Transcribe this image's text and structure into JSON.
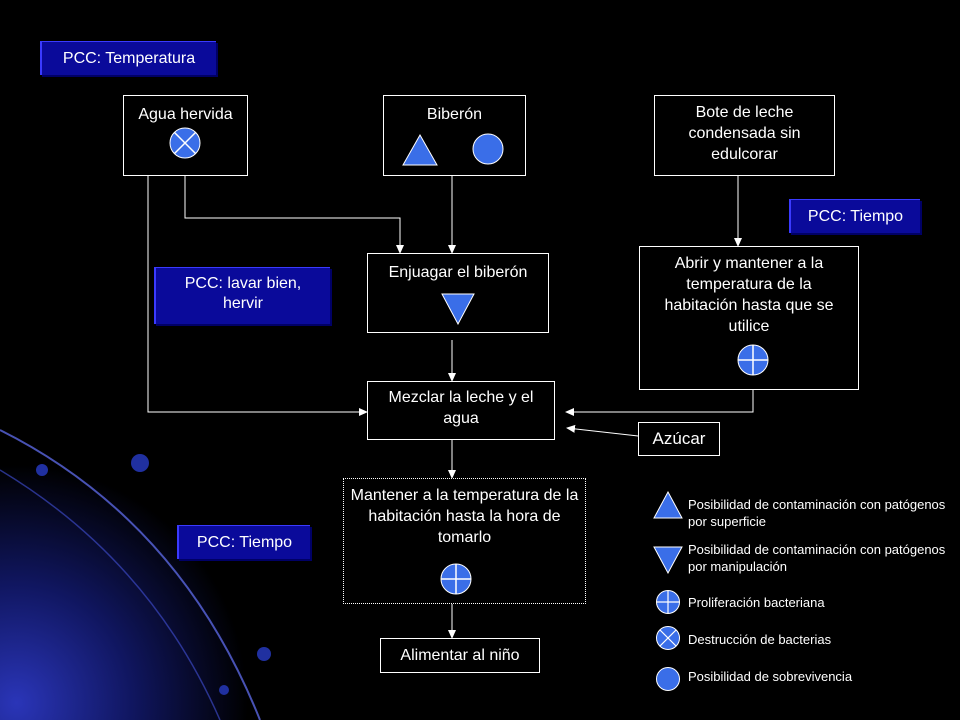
{
  "pcc_labels": {
    "temperatura": "PCC: Temperatura",
    "tiempo_top": "PCC: Tiempo",
    "lavar": "PCC: lavar bien, hervir",
    "tiempo_bottom": "PCC: Tiempo"
  },
  "steps": {
    "agua_hervida": "Agua hervida",
    "biberon": "Biberón",
    "bote_leche": "Bote de leche condensada sin edulcorar",
    "enjuagar": "Enjuagar el biberón",
    "abrir": "Abrir y mantener a la temperatura de la habitación hasta que se utilice",
    "mezclar": "Mezclar la leche y el agua",
    "azucar": "Azúcar",
    "mantener": "Mantener a la temperatura de la habitación hasta la hora de tomarlo",
    "alimentar": "Alimentar al niño"
  },
  "legend": [
    {
      "icon": "triangle-up-icon",
      "text": "Posibilidad de contaminación con patógenos por superficie"
    },
    {
      "icon": "triangle-down-icon",
      "text": "Posibilidad de contaminación con patógenos por manipulación"
    },
    {
      "icon": "circle-plus-icon",
      "text": "Proliferación bacteriana"
    },
    {
      "icon": "circle-x-icon",
      "text": "Destrucción de bacterias"
    },
    {
      "icon": "circle-icon",
      "text": "Posibilidad de sobrevivencia"
    }
  ],
  "colors": {
    "background": "#000000",
    "pcc_fill": "#0a0a9a",
    "symbol_fill": "#3a6ee8"
  }
}
